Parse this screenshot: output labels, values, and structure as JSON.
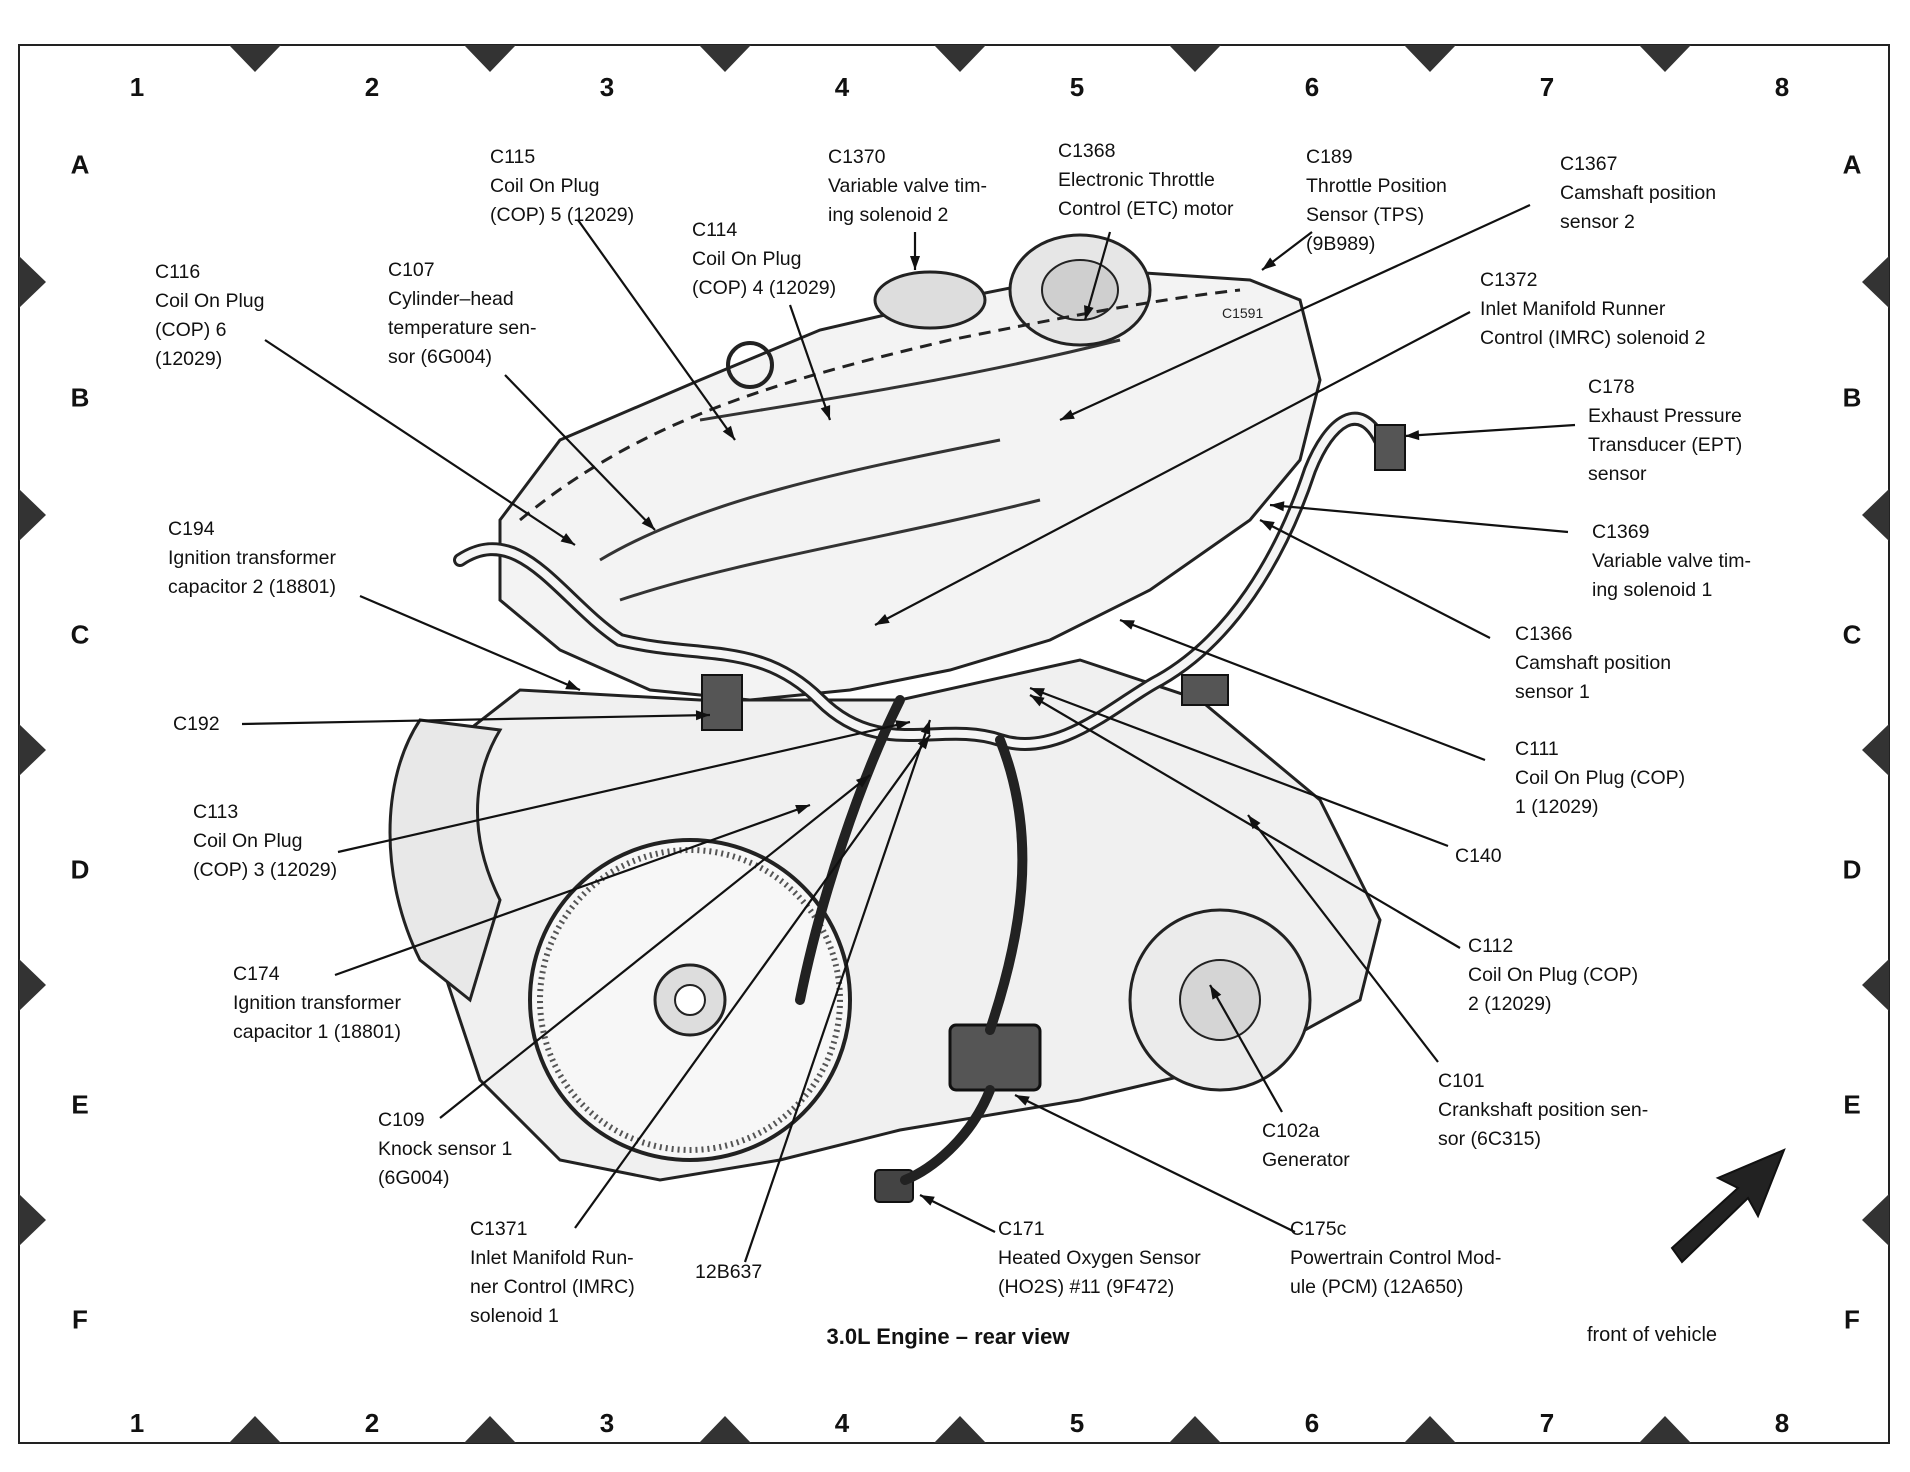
{
  "title": "3.0L Engine – rear view",
  "orientation_label": "front of vehicle",
  "grid": {
    "columns": [
      "1",
      "2",
      "3",
      "4",
      "5",
      "6",
      "7",
      "8"
    ],
    "rows": [
      "A",
      "B",
      "C",
      "D",
      "E",
      "F"
    ]
  },
  "labels": [
    {
      "id": "C115",
      "lines": [
        "Coil On Plug",
        "(COP) 5 (12029)"
      ]
    },
    {
      "id": "C1370",
      "lines": [
        "Variable valve tim-",
        "ing solenoid 2"
      ]
    },
    {
      "id": "C1368",
      "lines": [
        "Electronic Throttle",
        "Control (ETC) motor"
      ]
    },
    {
      "id": "C189",
      "lines": [
        "Throttle Position",
        "Sensor (TPS)",
        "(9B989)"
      ]
    },
    {
      "id": "C1367",
      "lines": [
        "Camshaft position",
        "sensor 2"
      ]
    },
    {
      "id": "C114",
      "lines": [
        "Coil On Plug",
        "(COP) 4 (12029)"
      ]
    },
    {
      "id": "C116",
      "lines": [
        "Coil On Plug",
        "(COP) 6",
        "(12029)"
      ]
    },
    {
      "id": "C107",
      "lines": [
        "Cylinder–head",
        "temperature sen-",
        "sor (6G004)"
      ]
    },
    {
      "id": "C1372",
      "lines": [
        "Inlet Manifold Runner",
        "Control (IMRC) solenoid 2"
      ]
    },
    {
      "id": "C178",
      "lines": [
        "Exhaust Pressure",
        "Transducer (EPT)",
        "sensor"
      ]
    },
    {
      "id": "C194",
      "lines": [
        "Ignition transformer",
        "capacitor 2 (18801)"
      ]
    },
    {
      "id": "C1369",
      "lines": [
        "Variable valve tim-",
        "ing solenoid 1"
      ]
    },
    {
      "id": "C1366",
      "lines": [
        "Camshaft position",
        "sensor 1"
      ]
    },
    {
      "id": "C192",
      "lines": []
    },
    {
      "id": "C111",
      "lines": [
        "Coil On Plug (COP)",
        "1 (12029)"
      ]
    },
    {
      "id": "C113",
      "lines": [
        "Coil On Plug",
        "(COP) 3 (12029)"
      ]
    },
    {
      "id": "C140",
      "lines": []
    },
    {
      "id": "C112",
      "lines": [
        "Coil On Plug (COP)",
        "2 (12029)"
      ]
    },
    {
      "id": "C174",
      "lines": [
        "Ignition transformer",
        "capacitor 1 (18801)"
      ]
    },
    {
      "id": "C101",
      "lines": [
        "Crankshaft position sen-",
        "sor (6C315)"
      ]
    },
    {
      "id": "C109",
      "lines": [
        "Knock sensor 1",
        "(6G004)"
      ]
    },
    {
      "id": "C102a",
      "lines": [
        "Generator"
      ]
    },
    {
      "id": "C1371",
      "lines": [
        "Inlet Manifold Run-",
        "ner Control (IMRC)",
        "solenoid 1"
      ]
    },
    {
      "id": "12B637",
      "lines": []
    },
    {
      "id": "C171",
      "lines": [
        "Heated Oxygen Sensor",
        "(HO2S) #11 (9F472)"
      ]
    },
    {
      "id": "C175c",
      "lines": [
        "Powertrain Control Mod-",
        "ule (PCM) (12A650)"
      ]
    }
  ],
  "engine_mark": "C1591"
}
